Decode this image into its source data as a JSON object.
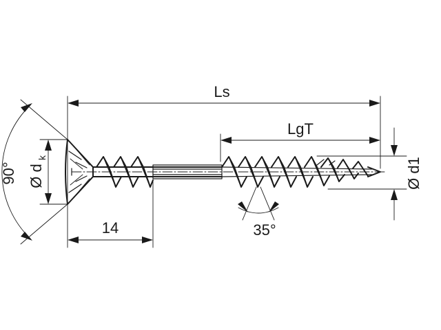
{
  "drawing": {
    "subject": "wood screw technical drawing",
    "labels": {
      "overall_length": "Ls",
      "thread_length": "LgT",
      "thread_diameter": "Ø d1",
      "head_diameter_main": "Ø d",
      "head_diameter_sub": "k",
      "head_angle": "90°",
      "thread_angle": "35°",
      "partial_thread_length": "14"
    },
    "line_color": "#1a1a1a",
    "background": "#ffffff"
  }
}
